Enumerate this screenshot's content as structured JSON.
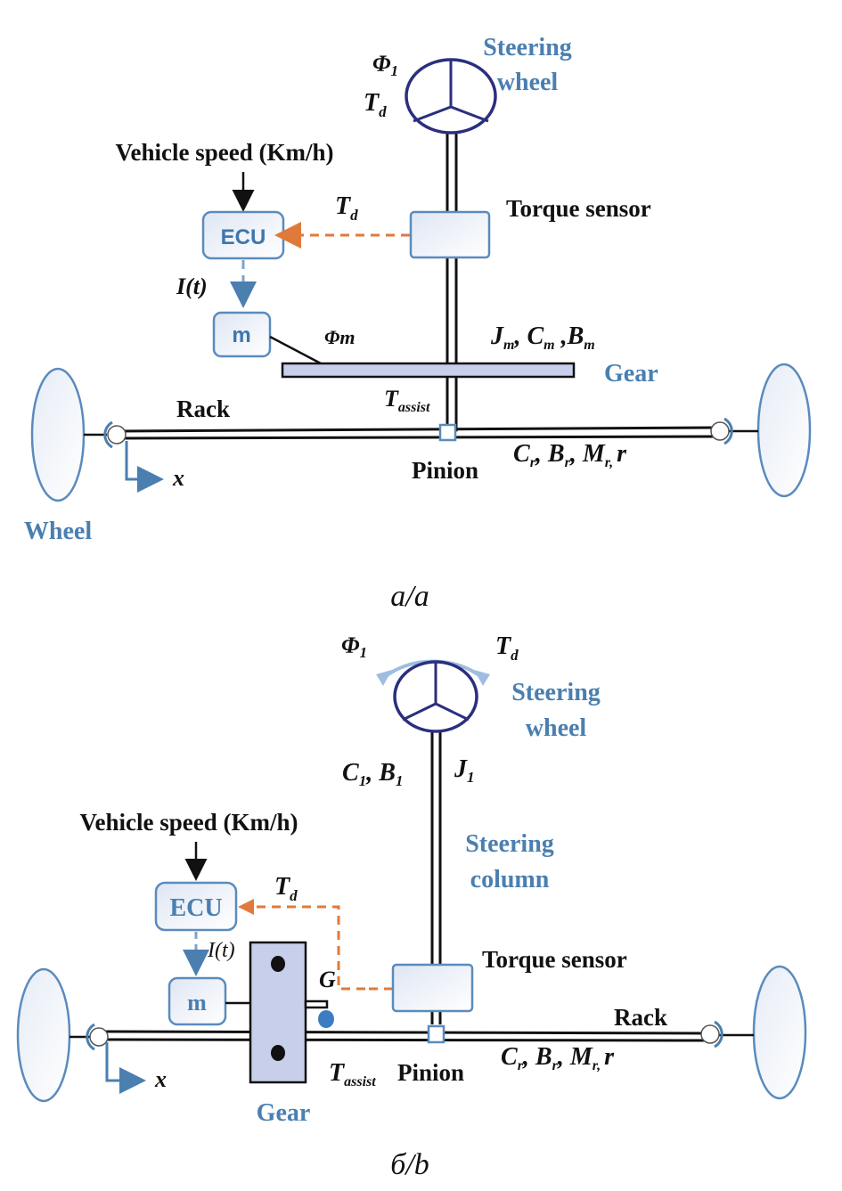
{
  "figure_a": {
    "phi1": "Φ",
    "phi1_sub": "1",
    "td": "T",
    "td_sub": "d",
    "steering_wheel_line1": "Steering",
    "steering_wheel_line2": "wheel",
    "vehicle_speed": "Vehicle speed (Km/h)",
    "ecu": "ECU",
    "td_signal": "T",
    "td_signal_sub": "d",
    "torque_sensor": "Torque sensor",
    "current": "I(t)",
    "motor": "m",
    "phim": "Φm",
    "motor_params": {
      "j": "J",
      "j_sub": "m",
      "c": "C",
      "c_sub": "m",
      "b": "B",
      "b_sub": "m"
    },
    "gear": "Gear",
    "rack": "Rack",
    "tassist": "T",
    "tassist_sub": "assist",
    "pinion": "Pinion",
    "rack_params": {
      "c": "C",
      "c_sub": "r",
      "b": "B",
      "b_sub": "r",
      "m": "M",
      "m_sub": "r",
      "r": "r"
    },
    "x_axis": "x",
    "wheel": "Wheel",
    "caption": "а/a"
  },
  "figure_b": {
    "phi1": "Φ",
    "phi1_sub": "1",
    "td": "T",
    "td_sub": "d",
    "steering_wheel_line1": "Steering",
    "steering_wheel_line2": "wheel",
    "column_params_left": {
      "c": "C",
      "c_sub": "1",
      "b": "B",
      "b_sub": "1"
    },
    "column_params_right": {
      "j": "J",
      "j_sub": "1"
    },
    "steering_column_line1": "Steering",
    "steering_column_line2": "column",
    "vehicle_speed": "Vehicle speed (Km/h)",
    "ecu": "ECU",
    "td_signal": "T",
    "td_signal_sub": "d",
    "current": "I(t)",
    "motor": "m",
    "g": "G",
    "torque_sensor": "Torque sensor",
    "rack": "Rack",
    "rack_params": {
      "c": "C",
      "c_sub": "r",
      "b": "B",
      "b_sub": "r",
      "m": "M",
      "m_sub": "r",
      "r": "r"
    },
    "tassist": "T",
    "tassist_sub": "assist",
    "pinion": "Pinion",
    "x_axis": "x",
    "gear": "Gear",
    "caption": "б/b"
  },
  "colors": {
    "accent_blue": "#4a7fb0",
    "signal_orange": "#e07a3a",
    "steering_wheel": "#2b2f7e",
    "box_border": "#5b8bbd"
  }
}
